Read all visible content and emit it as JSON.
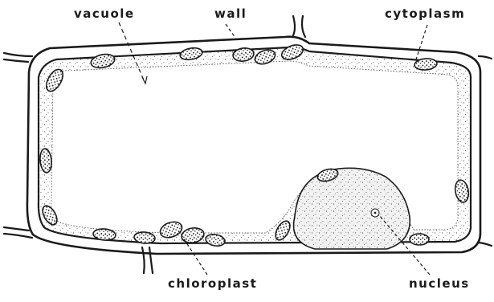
{
  "labels": {
    "vacuole": "vacuole",
    "wall": "wall",
    "cytoplasm": "cytoplasm",
    "chloroplast": "chloroplast",
    "nucleus": "nucleus"
  },
  "colors": {
    "ink": "#1a1a1a",
    "background": "#ffffff",
    "nucleus_fill": "#f2f2f2"
  }
}
